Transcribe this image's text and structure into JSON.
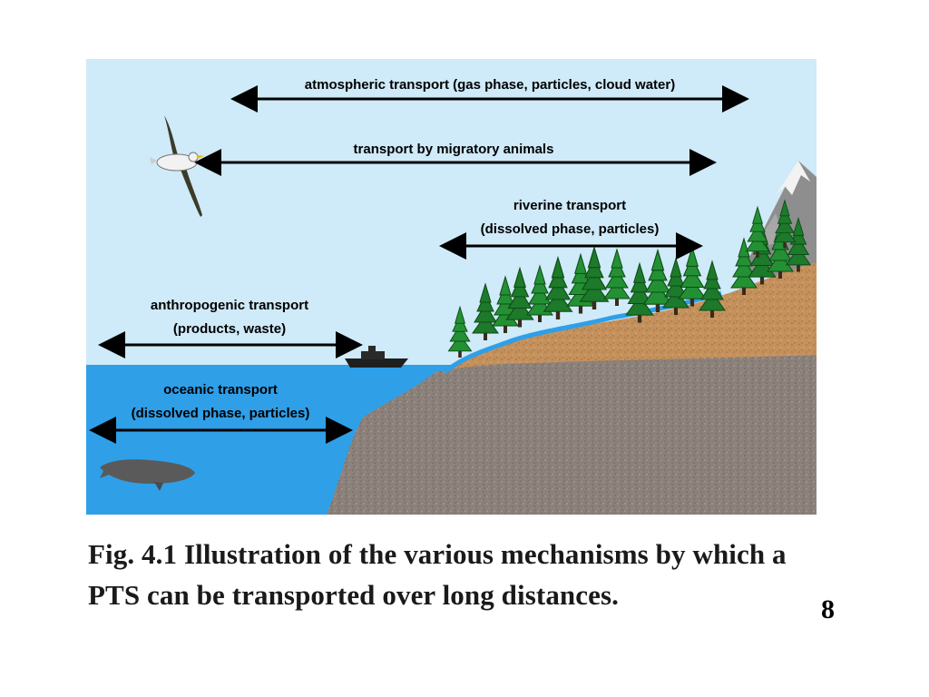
{
  "figure": {
    "labels": {
      "atmospheric": "atmospheric transport (gas phase, particles, cloud water)",
      "migratory": "transport by migratory animals",
      "riverine_1": "riverine transport",
      "riverine_2": "(dissolved phase, particles)",
      "anthropogenic_1": "anthropogenic transport",
      "anthropogenic_2": "(products, waste)",
      "oceanic_1": "oceanic transport",
      "oceanic_2": "(dissolved phase, particles)"
    },
    "colors": {
      "sky": "#cfeaf8",
      "ocean": "#2f9fe8",
      "rock": "#8a8079",
      "soil": "#c8935a",
      "tree": "#1f7a2b",
      "mountain": "#9a9a9a"
    }
  },
  "caption": {
    "line1": "Fig. 4.1 Illustration of the various mechanisms by which a",
    "line2": "PTS can be transported over long distances."
  },
  "page_number": "8"
}
